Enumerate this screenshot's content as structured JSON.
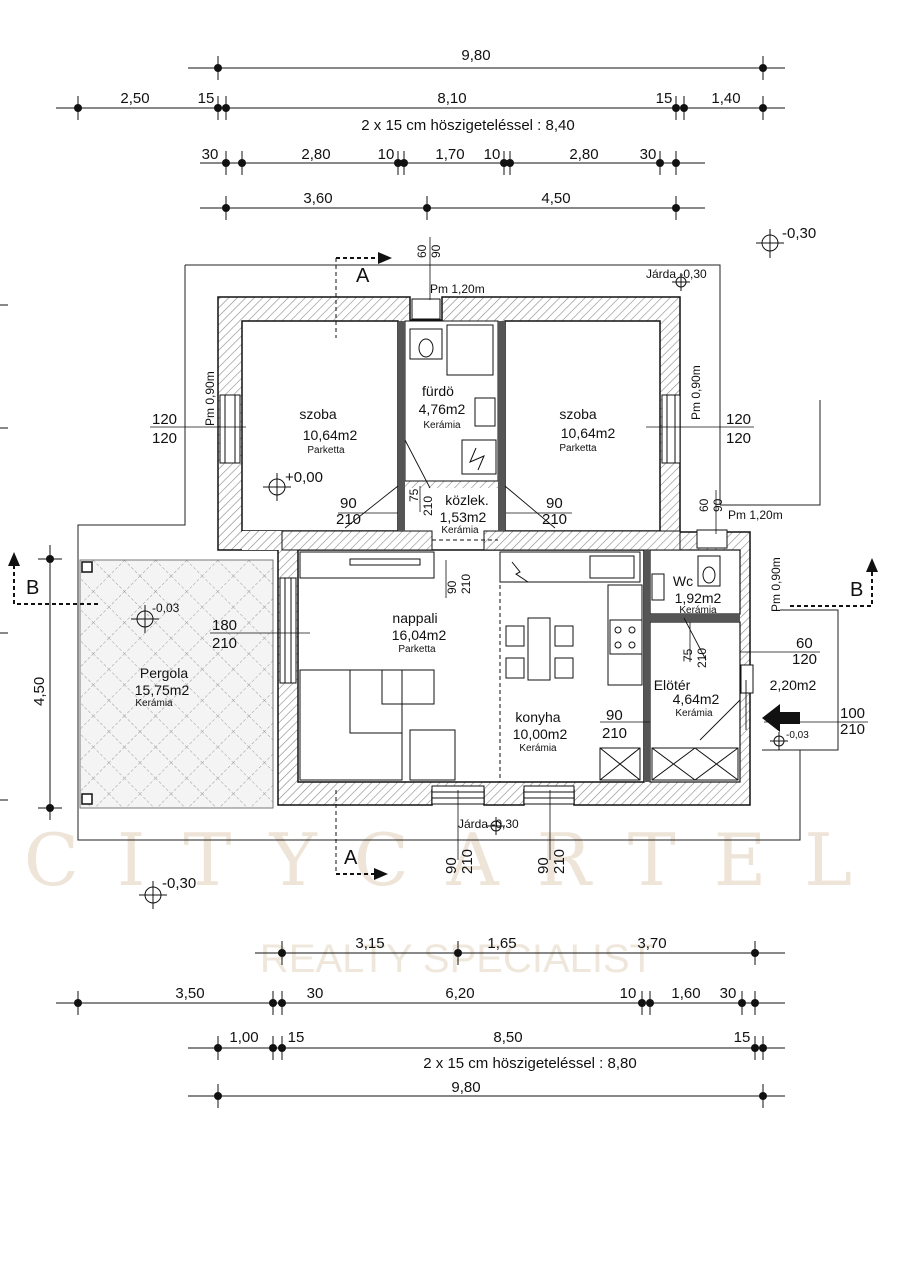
{
  "watermark": {
    "brand": "CITYCARTEL",
    "tagline": "REALTY SPECIALIST"
  },
  "dimensions_top": {
    "overall": "9,80",
    "row2": [
      "2,50",
      "15",
      "8,10",
      "15",
      "1,40"
    ],
    "insulation_note": "2 x 15 cm höszigeteléssel : 8,40",
    "row3": [
      "30",
      "2,80",
      "10",
      "1,70",
      "10",
      "2,80",
      "30"
    ],
    "row4": [
      "3,60",
      "4,50"
    ]
  },
  "dimensions_bottom": {
    "row1": [
      "3,15",
      "1,65",
      "3,70"
    ],
    "row2": [
      "3,50",
      "30",
      "6,20",
      "10",
      "1,60",
      "30"
    ],
    "row3": [
      "1,00",
      "15",
      "8,50",
      "15"
    ],
    "insulation_note": "2 x 15 cm höszigeteléssel : 8,80",
    "overall": "9,80"
  },
  "dimension_left": "4,50",
  "levels": {
    "top_right": "-0,30",
    "jarda_top": "Járda -0,30",
    "floor": "+0,00",
    "pergola": "-0,03",
    "jarda_bottom": "Járda -0,30",
    "bottom_left": "-0,30",
    "entrance": "-0,03"
  },
  "section_marks": {
    "a": "A",
    "b": "B"
  },
  "rooms": [
    {
      "name": "szoba",
      "area": "10,64m2",
      "material": "Parketta"
    },
    {
      "name": "fürdö",
      "area": "4,76m2",
      "material": "Kerámia"
    },
    {
      "name": "szoba",
      "area": "10,64m2",
      "material": "Parketta"
    },
    {
      "name": "közlek.",
      "area": "1,53m2",
      "material": "Kerámia"
    },
    {
      "name": "nappali",
      "area": "16,04m2",
      "material": "Parketta"
    },
    {
      "name": "konyha",
      "area": "10,00m2",
      "material": "Kerámia"
    },
    {
      "name": "Wc",
      "area": "1,92m2",
      "material": "Kerámia"
    },
    {
      "name": "Elötér",
      "area": "4,64m2",
      "material": "Kerámia"
    },
    {
      "name": "Pergola",
      "area": "15,75m2",
      "material": "Kerámia"
    },
    {
      "name": "",
      "area": "2,20m2",
      "material": ""
    }
  ],
  "openings": {
    "window_left_room": [
      "120",
      "120"
    ],
    "window_right_room": [
      "120",
      "120"
    ],
    "pm_left": "Pm 0,90m",
    "pm_right": "Pm 0,90m",
    "pm_top": "Pm 1,20m",
    "bath_window": [
      "60",
      "90"
    ],
    "wc_window": [
      "60",
      "90"
    ],
    "pm_wc": "Pm 1,20m",
    "pm_entrance": "Pm 0,90m",
    "door_left_room": [
      "90",
      "210"
    ],
    "door_right_room": [
      "90",
      "210"
    ],
    "door_bath": [
      "75",
      "210"
    ],
    "door_corridor": [
      "90",
      "210"
    ],
    "door_pergola": [
      "180",
      "210"
    ],
    "door_kitchen": [
      "90",
      "210"
    ],
    "door_wc": [
      "75",
      "210"
    ],
    "window_entrance": [
      "60",
      "120"
    ],
    "door_entrance": [
      "100",
      "210"
    ],
    "window_bottom_living": [
      "90",
      "210"
    ],
    "window_bottom_kitchen": [
      "90",
      "210"
    ]
  }
}
